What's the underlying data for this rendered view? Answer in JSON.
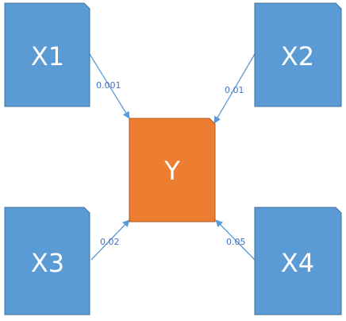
{
  "colors": {
    "input_fill": "#5b9bd5",
    "input_stroke": "#41719c",
    "output_fill": "#ed7d31",
    "output_stroke": "#ae5a21",
    "edge": "#5b9bd5",
    "edge_label": "#4472c4"
  },
  "nodes": {
    "x1": {
      "label": "X1"
    },
    "x2": {
      "label": "X2"
    },
    "x3": {
      "label": "X3"
    },
    "x4": {
      "label": "X4"
    },
    "y": {
      "label": "Y"
    }
  },
  "edges": {
    "x1_y": {
      "label": "0.001"
    },
    "x2_y": {
      "label": "0.01"
    },
    "x3_y": {
      "label": "0.02"
    },
    "x4_y": {
      "label": "0.05"
    }
  }
}
